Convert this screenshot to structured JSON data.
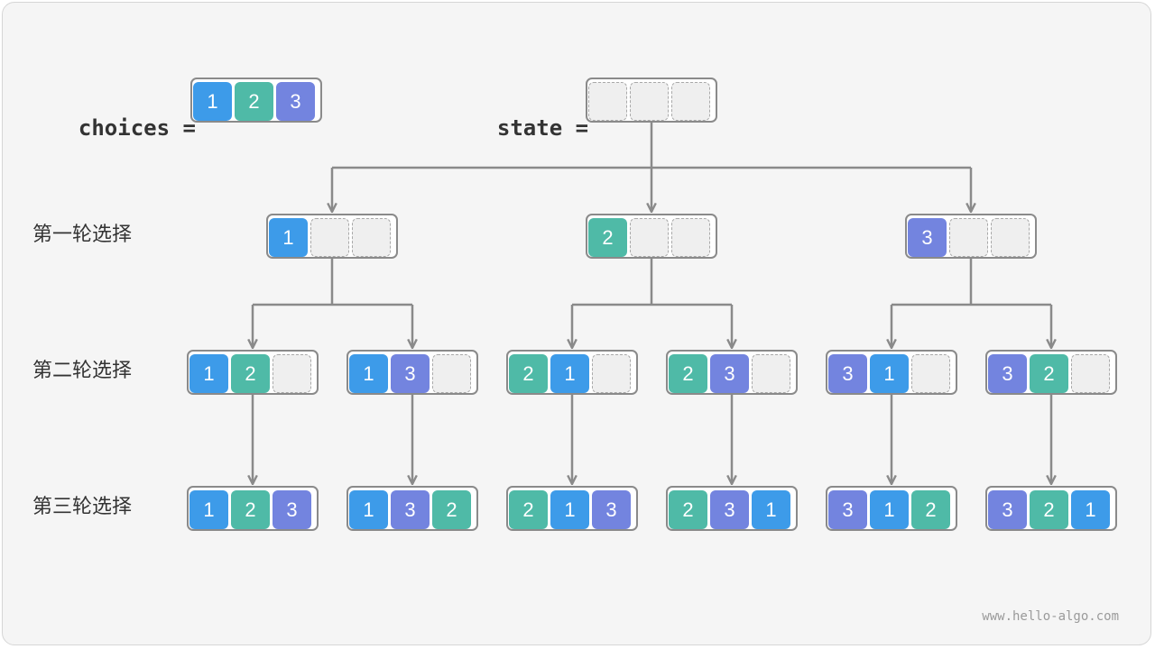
{
  "header": {
    "choices_label": "choices",
    "state_label": "state",
    "equals": "=",
    "choices": [
      "1",
      "2",
      "3"
    ]
  },
  "rounds": [
    "第一轮选择",
    "第二轮选择",
    "第三轮选择"
  ],
  "colors": {
    "1": "#3d9be9",
    "2": "#4fbaa7",
    "3": "#7384df",
    "edge": "#8a8a8a",
    "empty": "#efefef"
  },
  "tree": {
    "root": [
      "",
      "",
      ""
    ],
    "level1": [
      [
        "1",
        "",
        ""
      ],
      [
        "2",
        "",
        ""
      ],
      [
        "3",
        "",
        ""
      ]
    ],
    "level2": [
      [
        "1",
        "2",
        ""
      ],
      [
        "1",
        "3",
        ""
      ],
      [
        "2",
        "1",
        ""
      ],
      [
        "2",
        "3",
        ""
      ],
      [
        "3",
        "1",
        ""
      ],
      [
        "3",
        "2",
        ""
      ]
    ],
    "level3": [
      [
        "1",
        "2",
        "3"
      ],
      [
        "1",
        "3",
        "2"
      ],
      [
        "2",
        "1",
        "3"
      ],
      [
        "2",
        "3",
        "1"
      ],
      [
        "3",
        "1",
        "2"
      ],
      [
        "3",
        "2",
        "1"
      ]
    ]
  },
  "watermark": "www.hello-algo.com"
}
